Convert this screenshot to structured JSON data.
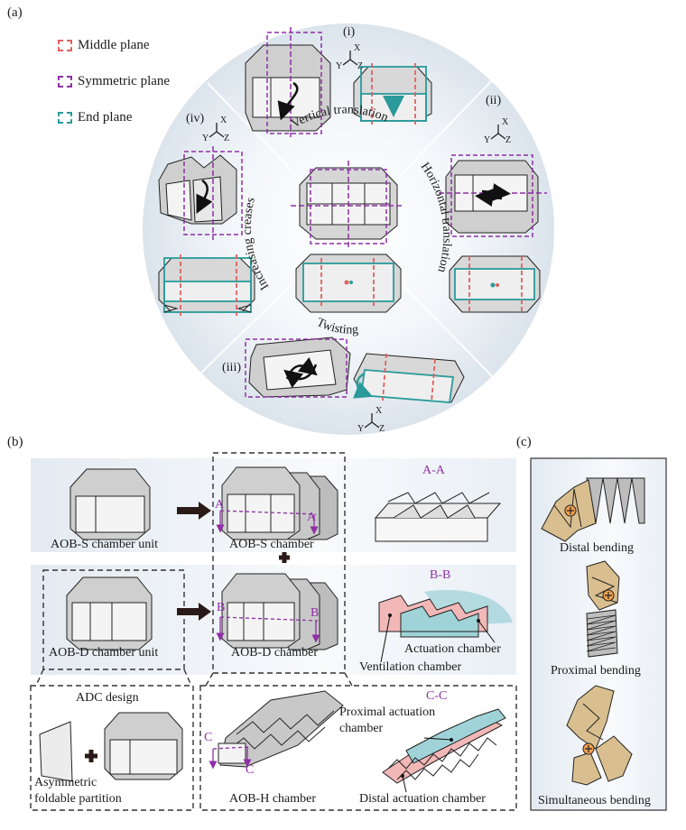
{
  "panel_a": {
    "letter": "(a)",
    "legend": [
      {
        "label": "Middle plane",
        "color": "#e06060"
      },
      {
        "label": "Symmetric plane",
        "color": "#8e2fa6"
      },
      {
        "label": "End plane",
        "color": "#2a9a9a"
      }
    ],
    "numerals": {
      "i": "(i)",
      "ii": "(ii)",
      "iii": "(iii)",
      "iv": "(iv)"
    },
    "arc_labels": {
      "vertical": "Vertical translation",
      "horizontal": "Horizontal translation",
      "twisting": "Twisting",
      "creases": "Increasing creases"
    },
    "axes": {
      "x": "X",
      "y": "Y",
      "z": "Z"
    }
  },
  "panel_b": {
    "letter": "(b)",
    "aob_s_unit": "AOB-S chamber unit",
    "aob_s_chamber": "AOB-S chamber",
    "aob_d_unit": "AOB-D chamber unit",
    "aob_d_chamber": "AOB-D chamber",
    "section_aa": "A-A",
    "section_bb": "B-B",
    "section_cc": "C-C",
    "mark_a": "A",
    "mark_b": "B",
    "mark_c": "C",
    "actuation": "Actuation chamber",
    "ventilation": "Ventilation chamber",
    "adc_design": "ADC design",
    "asym_1": "Asymmetric",
    "asym_2": "foldable partition",
    "aob_h": "AOB-H chamber",
    "proximal_1": "Proximal actuation",
    "proximal_2": "chamber",
    "distal": "Distal actuation chamber"
  },
  "panel_c": {
    "letter": "(c)",
    "distal": "Distal bending",
    "proximal": "Proximal bending",
    "simultaneous": "Simultaneous bending"
  },
  "colors": {
    "middle": "#e06060",
    "symmetric": "#8e2fa6",
    "end": "#2a9a9a",
    "tan": "#d9bf8f",
    "pink": "#f2b8b8",
    "teal": "#9fd3d8"
  }
}
